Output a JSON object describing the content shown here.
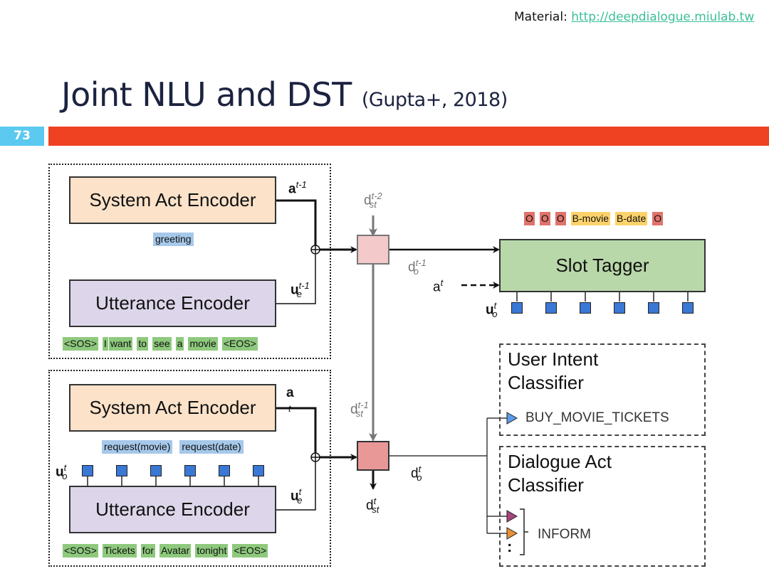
{
  "header": {
    "material_label": "Material:",
    "material_link": "http://deepdialogue.miulab.tw",
    "title": "Joint NLU and DST",
    "citation": "(Gupta+, 2018)",
    "page_number": "73"
  },
  "colors": {
    "accent_bar": "#ef4223",
    "page_badge": "#5bc9f0",
    "link": "#3cbf9a",
    "system_act_encoder": "#fbe2c9",
    "utterance_encoder": "#ddd6ea",
    "slot_tagger": "#b8d8a9",
    "token_highlight": "#8ec97d",
    "act_highlight": "#a6c8ea",
    "tag_o": "#e0736b",
    "tag_b": "#fdd26b",
    "state_box_prev": "#f4c9c9",
    "state_box_curr": "#e99898",
    "intent_triangle": "#5b9be8",
    "act_triangle_1": "#a8457a",
    "act_triangle_2": "#e88f37"
  },
  "diagram": {
    "prev_turn": {
      "system_act_encoder": "System Act Encoder",
      "system_act_output": {
        "base": "a",
        "sup": "t-1"
      },
      "system_acts": [
        "greeting"
      ],
      "utterance_encoder": "Utterance Encoder",
      "utterance_output": {
        "base": "u",
        "sup": "t-1",
        "sub": "e"
      },
      "tokens": [
        "<SOS>",
        "I",
        "want",
        "to",
        "see",
        "a",
        "movie",
        "<EOS>"
      ]
    },
    "curr_turn": {
      "system_act_encoder": "System Act Encoder",
      "system_act_output": {
        "base": "a",
        "sub": "t"
      },
      "system_acts": [
        "request(movie)",
        "request(date)"
      ],
      "utterance_encoder": "Utterance Encoder",
      "utterance_output": {
        "base": "u",
        "sup": "t",
        "sub": "e"
      },
      "token_outputs_label": {
        "base": "u",
        "sup": "t",
        "sub": "o"
      },
      "tokens": [
        "<SOS>",
        "Tickets",
        "for",
        "Avatar",
        "tonight",
        "<EOS>"
      ]
    },
    "state": {
      "prev_input": {
        "base": "d",
        "sup": "t-2",
        "sub": "st"
      },
      "prev_output": {
        "base": "d",
        "sup": "t-1",
        "sub": "o"
      },
      "carry": {
        "base": "d",
        "sup": "t-1",
        "sub": "st"
      },
      "curr_output": {
        "base": "d",
        "sup": "t",
        "sub": "o"
      },
      "curr_state": {
        "base": "d",
        "sup": "t",
        "sub": "st"
      }
    },
    "slot_tagger": {
      "label": "Slot Tagger",
      "system_act_input": {
        "base": "a",
        "sup": "t"
      },
      "token_input_label": {
        "base": "u",
        "sup": "t",
        "sub": "o"
      },
      "tags": [
        {
          "text": "O",
          "kind": "o"
        },
        {
          "text": "O",
          "kind": "o"
        },
        {
          "text": "O",
          "kind": "o"
        },
        {
          "text": "B-movie",
          "kind": "b"
        },
        {
          "text": "B-date",
          "kind": "b"
        },
        {
          "text": "O",
          "kind": "o"
        }
      ]
    },
    "user_intent_classifier": {
      "title_line1": "User Intent",
      "title_line2": "Classifier",
      "output": "BUY_MOVIE_TICKETS"
    },
    "dialogue_act_classifier": {
      "title_line1": "Dialogue Act",
      "title_line2": "Classifier",
      "output": "INFORM",
      "ellipsis": ":"
    }
  }
}
